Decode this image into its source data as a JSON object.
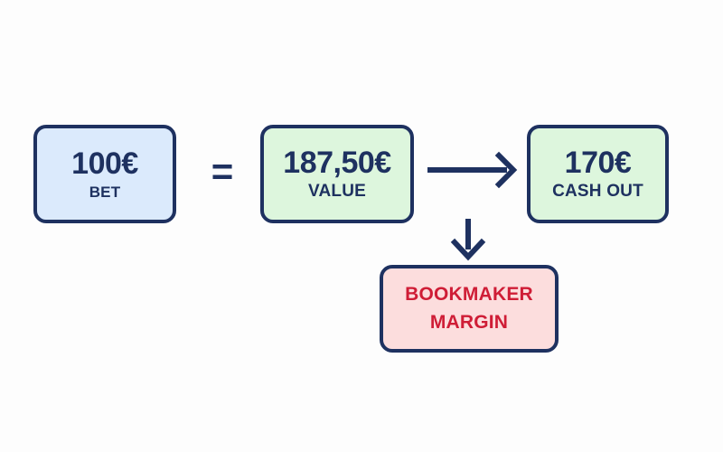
{
  "diagram": {
    "background_color": "#fdfdfd",
    "accent_navy": "#1e3160",
    "accent_red": "#cf1d36",
    "nodes": [
      {
        "id": "bet",
        "amount": "100€",
        "caption": "BET",
        "fill": "#dbeafc",
        "border": "#1e3160",
        "text_color": "#1e3160"
      },
      {
        "id": "value",
        "amount": "187,50€",
        "caption": "VALUE",
        "fill": "#ddf6dd",
        "border": "#1e3160",
        "text_color": "#1e3160"
      },
      {
        "id": "cashout",
        "amount": "170€",
        "caption": "CASH OUT",
        "fill": "#ddf6dd",
        "border": "#1e3160",
        "text_color": "#1e3160"
      },
      {
        "id": "margin",
        "line1": "BOOKMAKER",
        "line2": "MARGIN",
        "fill": "#fcdddd",
        "border": "#1e3160",
        "text_color": "#cf1d36"
      }
    ],
    "operators": {
      "equals": "="
    },
    "connectors": [
      {
        "id": "arrow-right",
        "icon": "arrow-right-icon",
        "from": "value",
        "to": "cashout",
        "color": "#1e3160"
      },
      {
        "id": "arrow-down",
        "icon": "arrow-down-icon",
        "from": "value",
        "to": "margin",
        "color": "#1e3160"
      }
    ]
  }
}
